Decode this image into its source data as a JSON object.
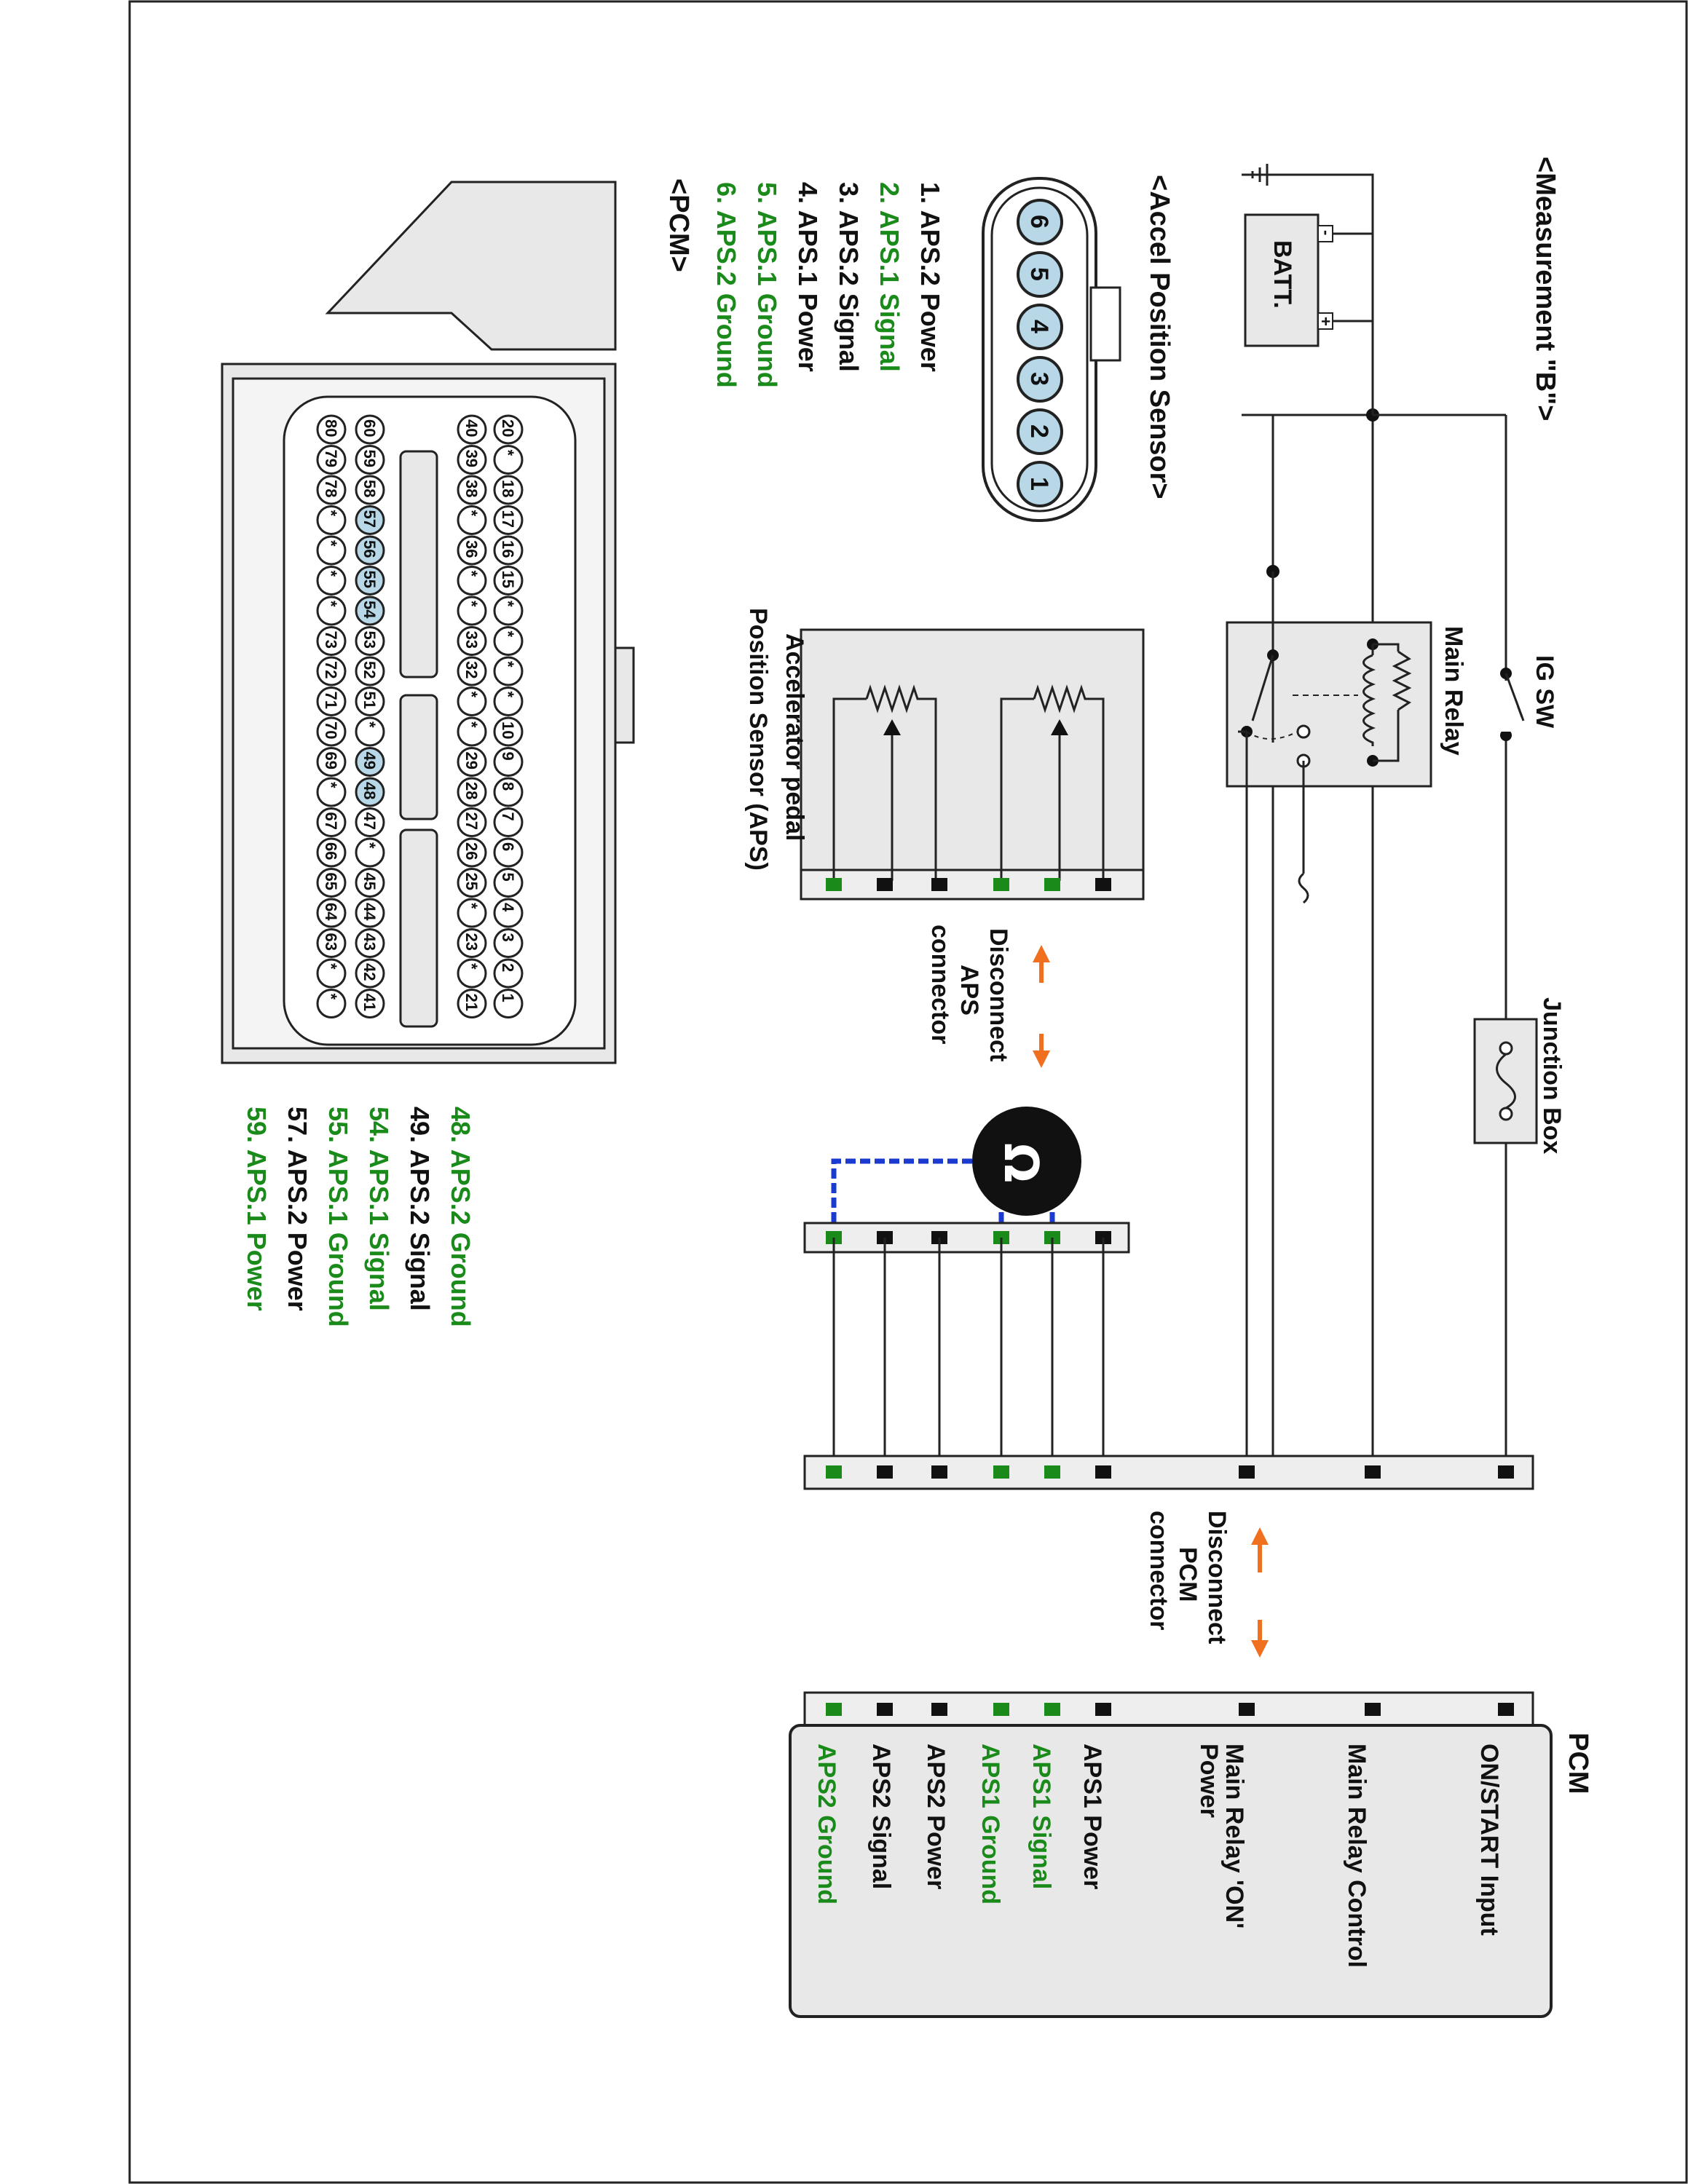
{
  "labels": {
    "measurement": "<Measurement \"B\">",
    "batt": "BATT.",
    "ig_sw": "IG SW",
    "main_relay": "Main Relay",
    "junction_box": "Junction Box",
    "accel_position_sensor": "<Accel Position Sensor>",
    "aps_sensor_line1": "Accelerator pedal",
    "aps_sensor_line2": "Position Sensor (APS)",
    "disconnect_aps": [
      "Disconnect",
      "APS",
      "connector"
    ],
    "disconnect_pcm": [
      "Disconnect",
      "PCM",
      "connector"
    ],
    "pcm_title": "PCM",
    "pcm_connector": "<PCM>",
    "plus": "+",
    "minus": "-"
  },
  "aps_pin_list": [
    {
      "text": "1. APS.2 Power",
      "color": "#111111"
    },
    {
      "text": "2. APS.1 Signal",
      "color": "#1a8a1a"
    },
    {
      "text": "3. APS.2 Signal",
      "color": "#111111"
    },
    {
      "text": "4. APS.1 Power",
      "color": "#111111"
    },
    {
      "text": "5. APS.1 Ground",
      "color": "#1a8a1a"
    },
    {
      "text": "6. APS.2 Ground",
      "color": "#1a8a1a"
    }
  ],
  "aps_connector_pins": [
    "6",
    "5",
    "4",
    "3",
    "2",
    "1"
  ],
  "pcm_pin_list": [
    {
      "text": "48. APS.2 Ground",
      "color": "#1a8a1a"
    },
    {
      "text": "49. APS.2 Signal",
      "color": "#111111"
    },
    {
      "text": "54. APS.1 Signal",
      "color": "#1a8a1a"
    },
    {
      "text": "55. APS.1 Ground",
      "color": "#1a8a1a"
    },
    {
      "text": "57. APS.2 Power",
      "color": "#111111"
    },
    {
      "text": "59. APS.1 Power",
      "color": "#1a8a1a"
    }
  ],
  "pcm_terminals": [
    {
      "text": "ON/START Input",
      "color": "#111111"
    },
    {
      "text": "Main Relay Control",
      "color": "#111111"
    },
    {
      "text": "Main Relay 'ON'",
      "color": "#111111"
    },
    {
      "text": "Power",
      "color": "#111111"
    },
    {
      "text": "APS1 Power",
      "color": "#111111"
    },
    {
      "text": "APS1 Signal",
      "color": "#1a8a1a"
    },
    {
      "text": "APS1 Ground",
      "color": "#1a8a1a"
    },
    {
      "text": "APS2 Power",
      "color": "#111111"
    },
    {
      "text": "APS2 Signal",
      "color": "#111111"
    },
    {
      "text": "APS2 Ground",
      "color": "#1a8a1a"
    }
  ],
  "pcm_connector_rows": {
    "row1": [
      "20",
      "*",
      "18",
      "17",
      "16",
      "15",
      "*",
      "*",
      "*",
      "*",
      "10",
      "9",
      "8",
      "7",
      "6",
      "5",
      "4",
      "3",
      "2",
      "1"
    ],
    "row2": [
      "40",
      "39",
      "38",
      "*",
      "36",
      "*",
      "*",
      "33",
      "32",
      "*",
      "*",
      "29",
      "28",
      "27",
      "26",
      "25",
      "*",
      "23",
      "*",
      "21"
    ],
    "row3": [
      "60",
      "59",
      "58",
      "57",
      "56",
      "55",
      "54",
      "53",
      "52",
      "51",
      "*",
      "49",
      "48",
      "47",
      "*",
      "45",
      "44",
      "43",
      "42",
      "41"
    ],
    "row4": [
      "80",
      "79",
      "78",
      "*",
      "*",
      "*",
      "*",
      "73",
      "72",
      "71",
      "70",
      "69",
      "*",
      "67",
      "66",
      "65",
      "64",
      "63",
      "*",
      "*"
    ]
  },
  "colors": {
    "green": "#1a8a1a",
    "orange": "#f07020",
    "blue": "#1a3ad0",
    "pin_fill": "#b8d8e8"
  }
}
